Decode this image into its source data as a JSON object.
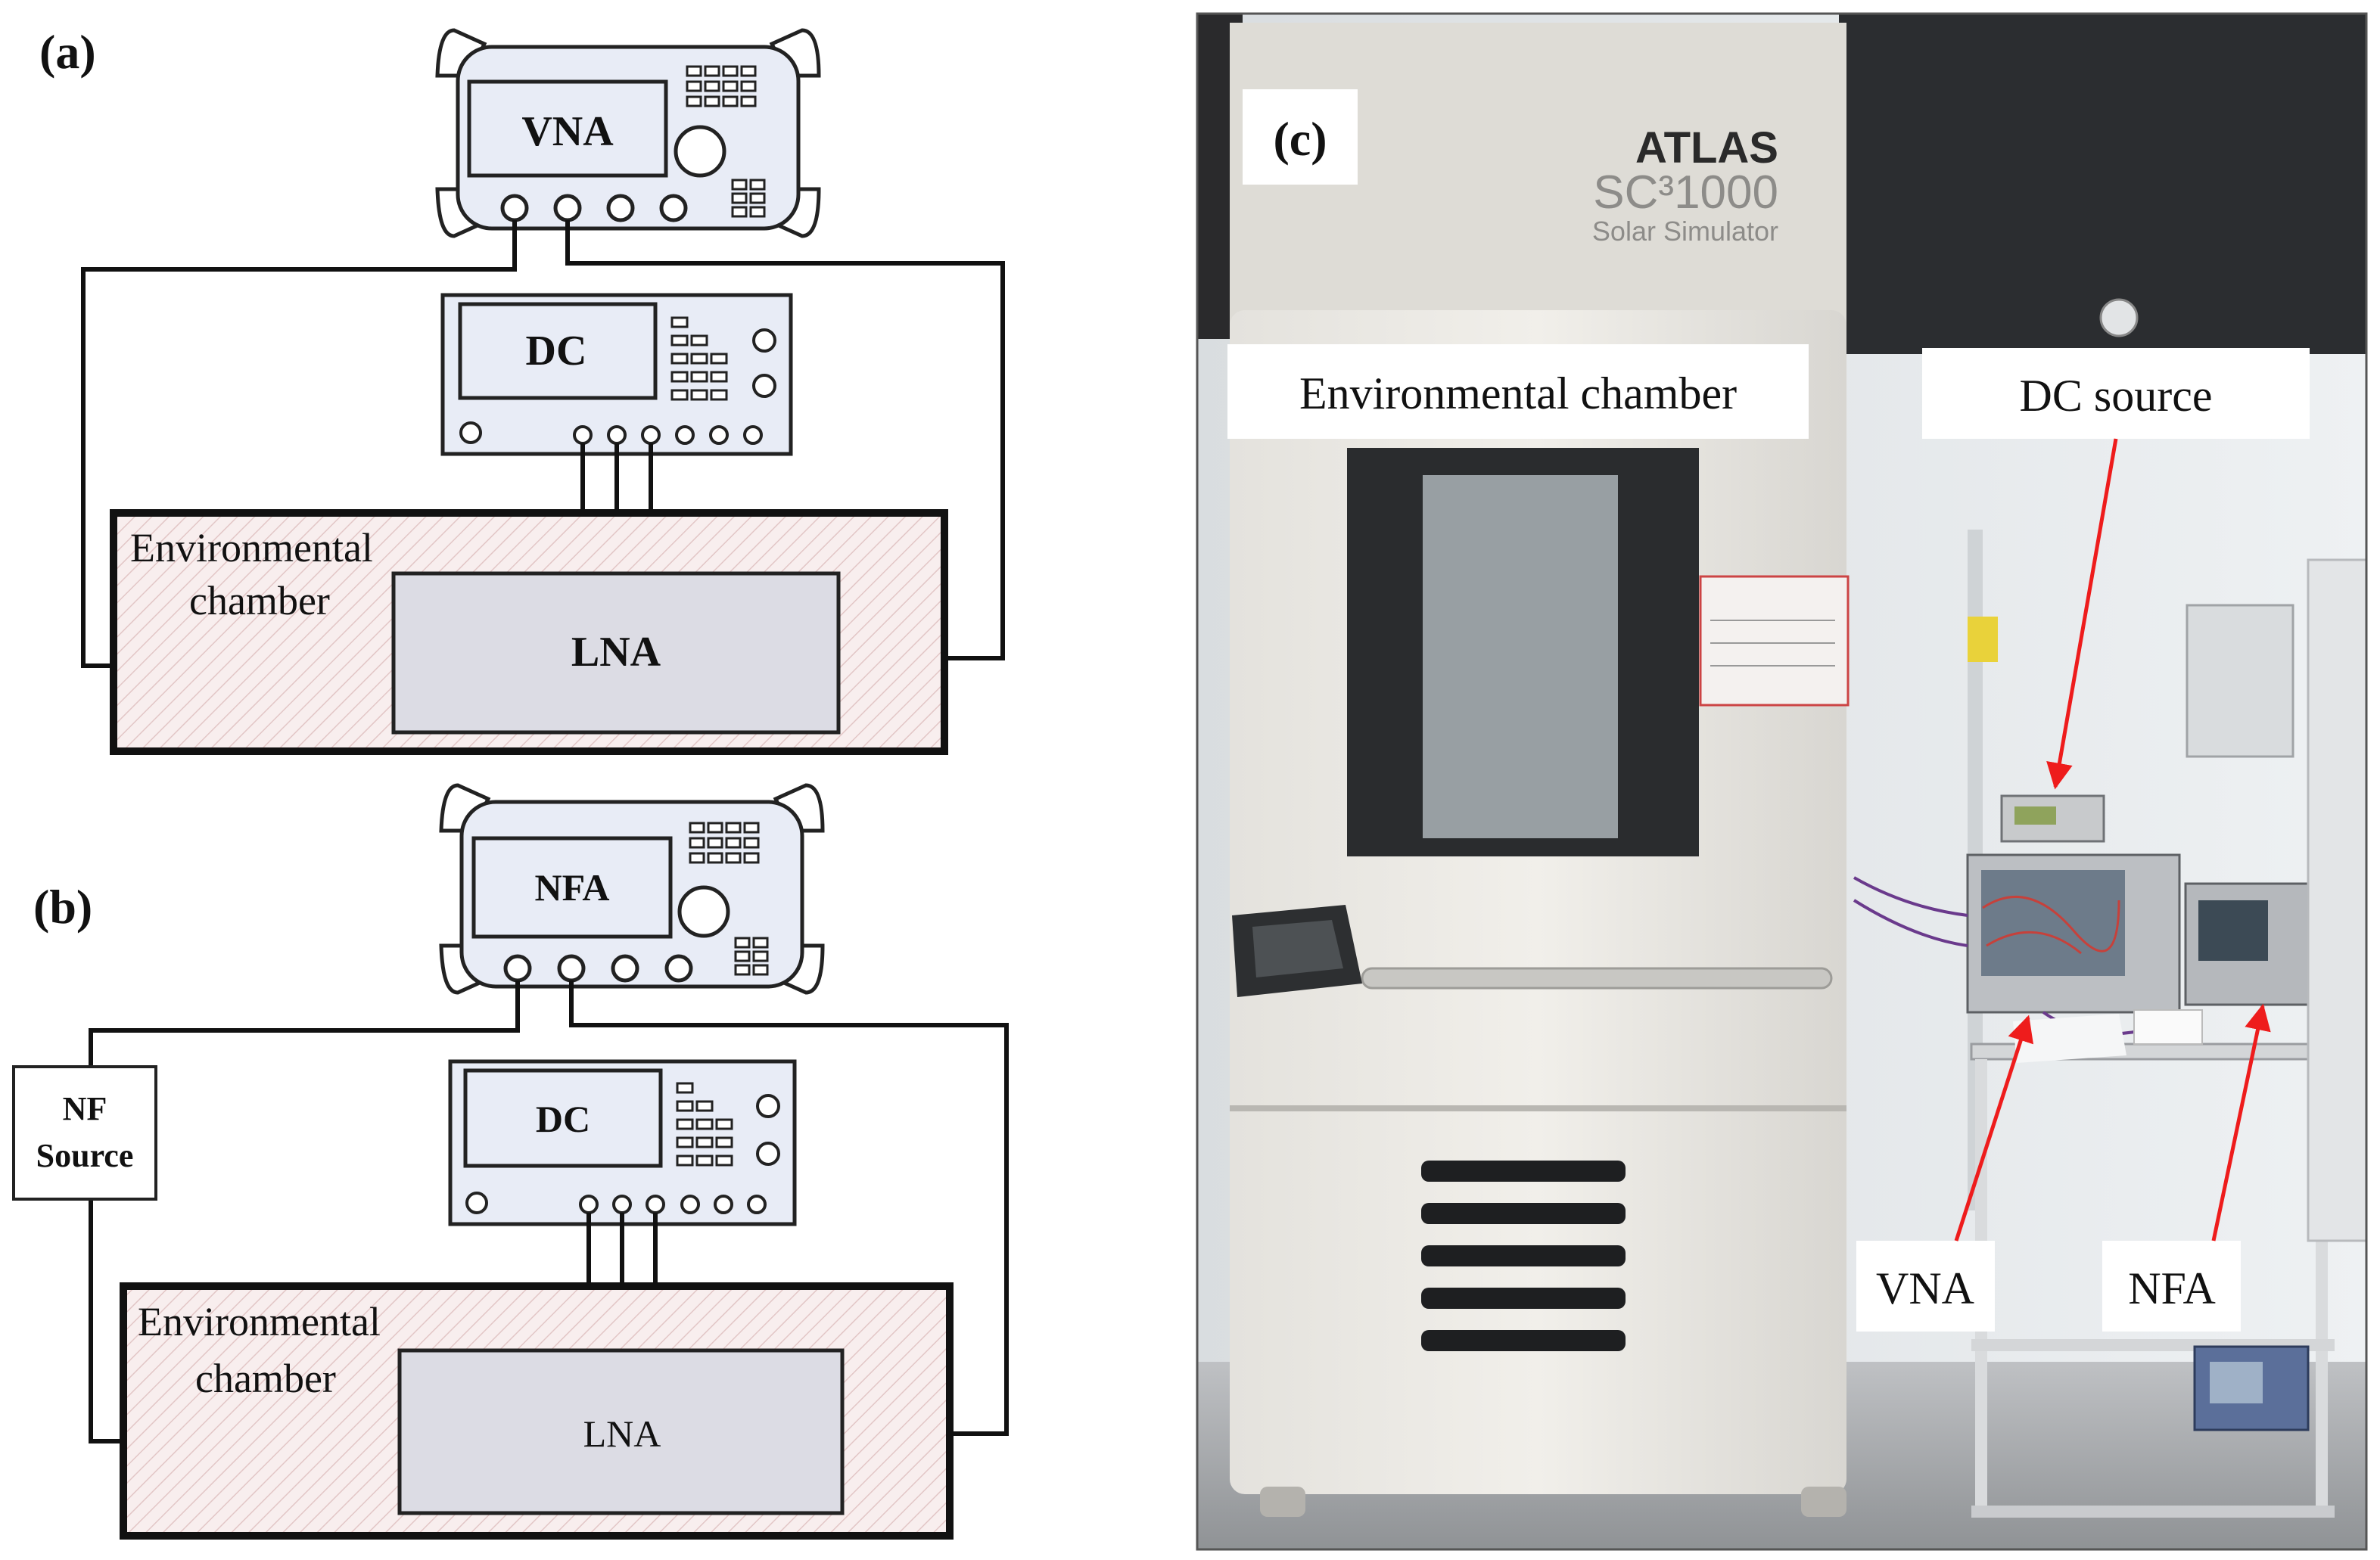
{
  "panel_a": {
    "label": "(a)",
    "top_instrument": "VNA",
    "dc": "DC",
    "chamber_line1": "Environmental",
    "chamber_line2": "chamber",
    "dut": "LNA"
  },
  "panel_b": {
    "label": "(b)",
    "top_instrument": "NFA",
    "dc": "DC",
    "nf_source_line1": "NF",
    "nf_source_line2": "Source",
    "chamber_line1": "Environmental",
    "chamber_line2": "chamber",
    "dut": "LNA"
  },
  "panel_c": {
    "label": "(c)",
    "brand": "ATLAS",
    "model": "SC³1000",
    "model_sub": "Solar Simulator",
    "callout_chamber": "Environmental chamber",
    "callout_dc": "DC source",
    "callout_vna": "VNA",
    "callout_nfa": "NFA"
  },
  "colors": {
    "device_fill": "#e8ecf6",
    "chamber_fill": "#f7ecec",
    "lna_fill": "#dcdce4",
    "arrow": "#ee1c1c"
  }
}
